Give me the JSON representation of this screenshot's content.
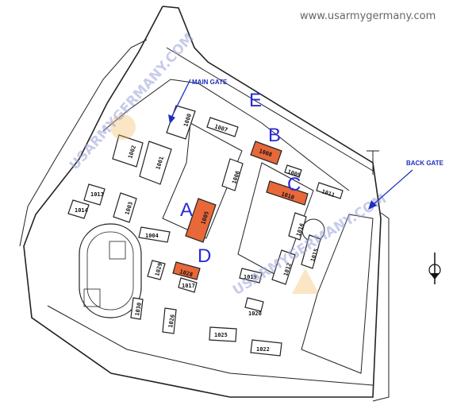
{
  "site_credit": "www.usarmygermany.com",
  "watermarks": [
    "USARMYGERMANY.COM",
    "USARMYGERMANY.COM"
  ],
  "gates": {
    "main": "MAIN GATE",
    "back": "BACK GATE"
  },
  "colors": {
    "highlight": "#e8683a",
    "label_blue": "#2a2ad8",
    "gate_blue": "#1d2fbf"
  },
  "letters": [
    "A",
    "B",
    "C",
    "D",
    "E"
  ],
  "buildings": [
    {
      "id": "1000",
      "highlight": false
    },
    {
      "id": "1001",
      "highlight": false
    },
    {
      "id": "1002",
      "highlight": false
    },
    {
      "id": "1003",
      "highlight": false
    },
    {
      "id": "1004",
      "highlight": false
    },
    {
      "id": "1005",
      "highlight": true
    },
    {
      "id": "1006",
      "highlight": false
    },
    {
      "id": "1007",
      "highlight": false
    },
    {
      "id": "1008",
      "highlight": true
    },
    {
      "id": "1009",
      "highlight": false
    },
    {
      "id": "1010",
      "highlight": true
    },
    {
      "id": "1011",
      "highlight": false
    },
    {
      "id": "1012",
      "highlight": false
    },
    {
      "id": "1013",
      "highlight": false
    },
    {
      "id": "1014",
      "highlight": false
    },
    {
      "id": "1015",
      "highlight": false
    },
    {
      "id": "1016",
      "highlight": false
    },
    {
      "id": "1017",
      "highlight": false
    },
    {
      "id": "1019",
      "highlight": false
    },
    {
      "id": "1020",
      "highlight": false
    },
    {
      "id": "1022",
      "highlight": false
    },
    {
      "id": "1025",
      "highlight": false
    },
    {
      "id": "1026",
      "highlight": false
    },
    {
      "id": "1028",
      "highlight": true
    },
    {
      "id": "1029",
      "highlight": false
    },
    {
      "id": "1030",
      "highlight": false
    }
  ]
}
